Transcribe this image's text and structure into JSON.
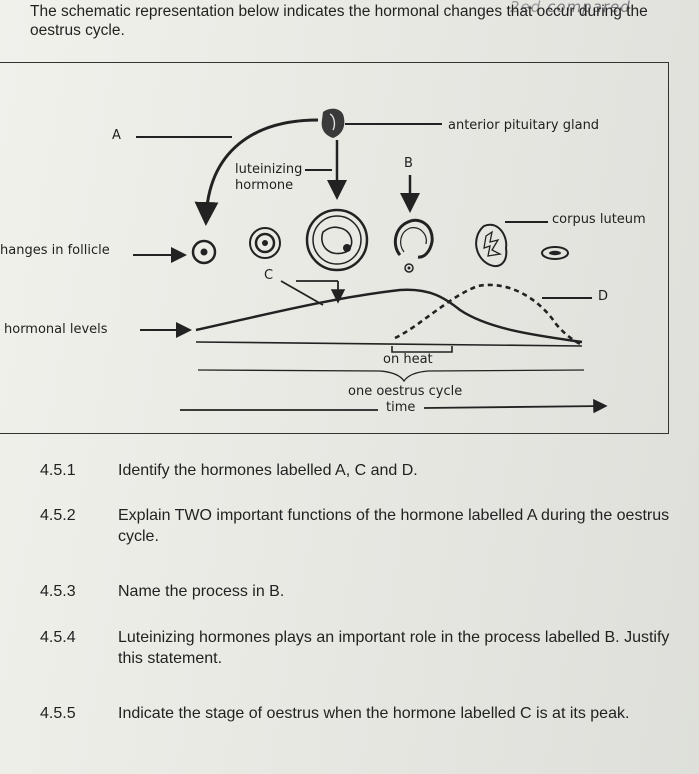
{
  "handwriting": [
    "2ed",
    "compared"
  ],
  "intro": "The schematic representation below indicates the hormonal changes that occur during the oestrus cycle.",
  "diagram": {
    "label_a": "A",
    "label_b": "B",
    "label_c": "C",
    "label_d": "D",
    "anterior_pituitary": "anterior pituitary gland",
    "lh_line1": "luteinizing",
    "lh_line2": "hormone",
    "corpus_luteum": "corpus luteum",
    "changes_in_follicle": "hanges in follicle",
    "hormonal_levels": "hormonal levels",
    "on_heat": "on heat",
    "one_oestrus_cycle": "one oestrus cycle",
    "time": "time"
  },
  "questions": [
    {
      "num": "4.5.1",
      "text": "Identify the hormones labelled A, C and D."
    },
    {
      "num": "4.5.2",
      "text": "Explain TWO important functions of the hormone labelled A during the oestrus cycle."
    },
    {
      "num": "4.5.3",
      "text": "Name the process in B."
    },
    {
      "num": "4.5.4",
      "text": "Luteinizing hormones plays an important role in the process labelled B. Justify this statement."
    },
    {
      "num": "4.5.5",
      "text": "Indicate the stage of oestrus when the hormone labelled C is at its peak."
    }
  ]
}
